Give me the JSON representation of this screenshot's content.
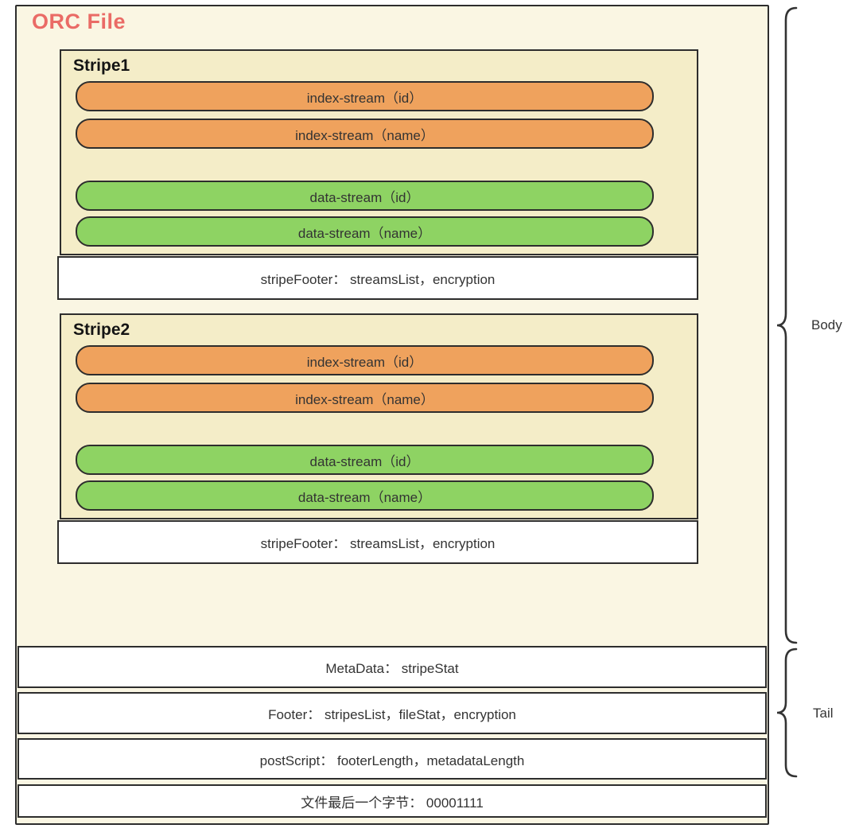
{
  "diagram": {
    "title": "ORC File",
    "stripes": [
      {
        "label": "Stripe1",
        "streams": [
          {
            "text": "index-stream（id）",
            "kind": "index"
          },
          {
            "text": "index-stream（name）",
            "kind": "index"
          },
          {
            "text": "data-stream（id）",
            "kind": "data"
          },
          {
            "text": "data-stream（name）",
            "kind": "data"
          }
        ],
        "footer": "stripeFooter： streamsList，encryption"
      },
      {
        "label": "Stripe2",
        "streams": [
          {
            "text": "index-stream（id）",
            "kind": "index"
          },
          {
            "text": "index-stream（name）",
            "kind": "index"
          },
          {
            "text": "data-stream（id）",
            "kind": "data"
          },
          {
            "text": "data-stream（name）",
            "kind": "data"
          }
        ],
        "footer": "stripeFooter： streamsList，encryption"
      }
    ],
    "tail_rows": [
      {
        "text": "MetaData： stripeStat"
      },
      {
        "text": "Footer： stripesList，fileStat，encryption"
      },
      {
        "text": "postScript： footerLength，metadataLength"
      }
    ],
    "last_byte_row": {
      "text": "文件最后一个字节： 00001111"
    },
    "braces": {
      "body": {
        "label": "Body"
      },
      "tail": {
        "label": "Tail"
      }
    },
    "colors": {
      "outer_background": "#faf6e3",
      "stripe_background": "#f4edc8",
      "index_stream": "#efa25d",
      "data_stream": "#8ed363",
      "title_red": "#ea6b66",
      "border": "#2d2d2d"
    }
  }
}
